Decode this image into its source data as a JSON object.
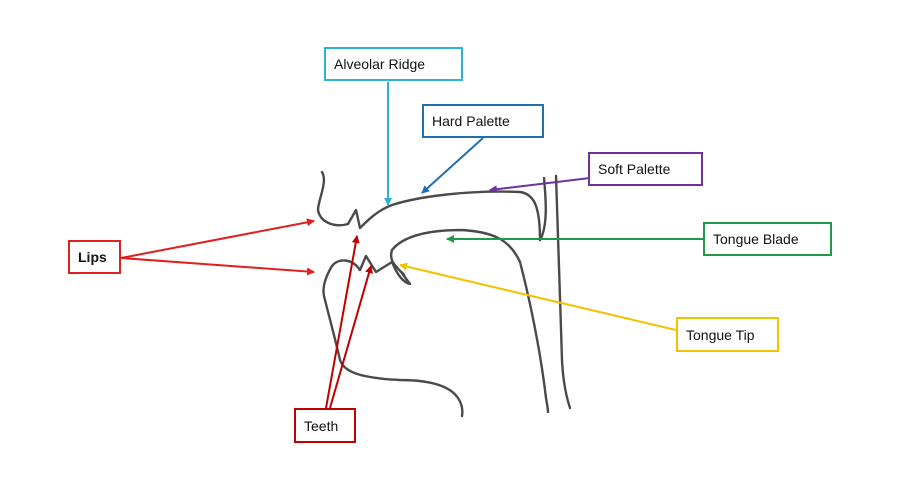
{
  "labels": {
    "alveolar_ridge": {
      "text": "Alveolar Ridge",
      "color": "#2bb3d6"
    },
    "hard_palette": {
      "text": "Hard Palette",
      "color": "#1f6fb2"
    },
    "soft_palette": {
      "text": "Soft Palette",
      "color": "#7030a0"
    },
    "tongue_blade": {
      "text": "Tongue Blade",
      "color": "#1f9a4a"
    },
    "tongue_tip": {
      "text": "Tongue Tip",
      "color": "#f2c200"
    },
    "lips": {
      "text": "Lips",
      "color": "#e02020"
    },
    "teeth": {
      "text": "Teeth",
      "color": "#c00000"
    }
  },
  "sketch_color": "#4a4a4a"
}
